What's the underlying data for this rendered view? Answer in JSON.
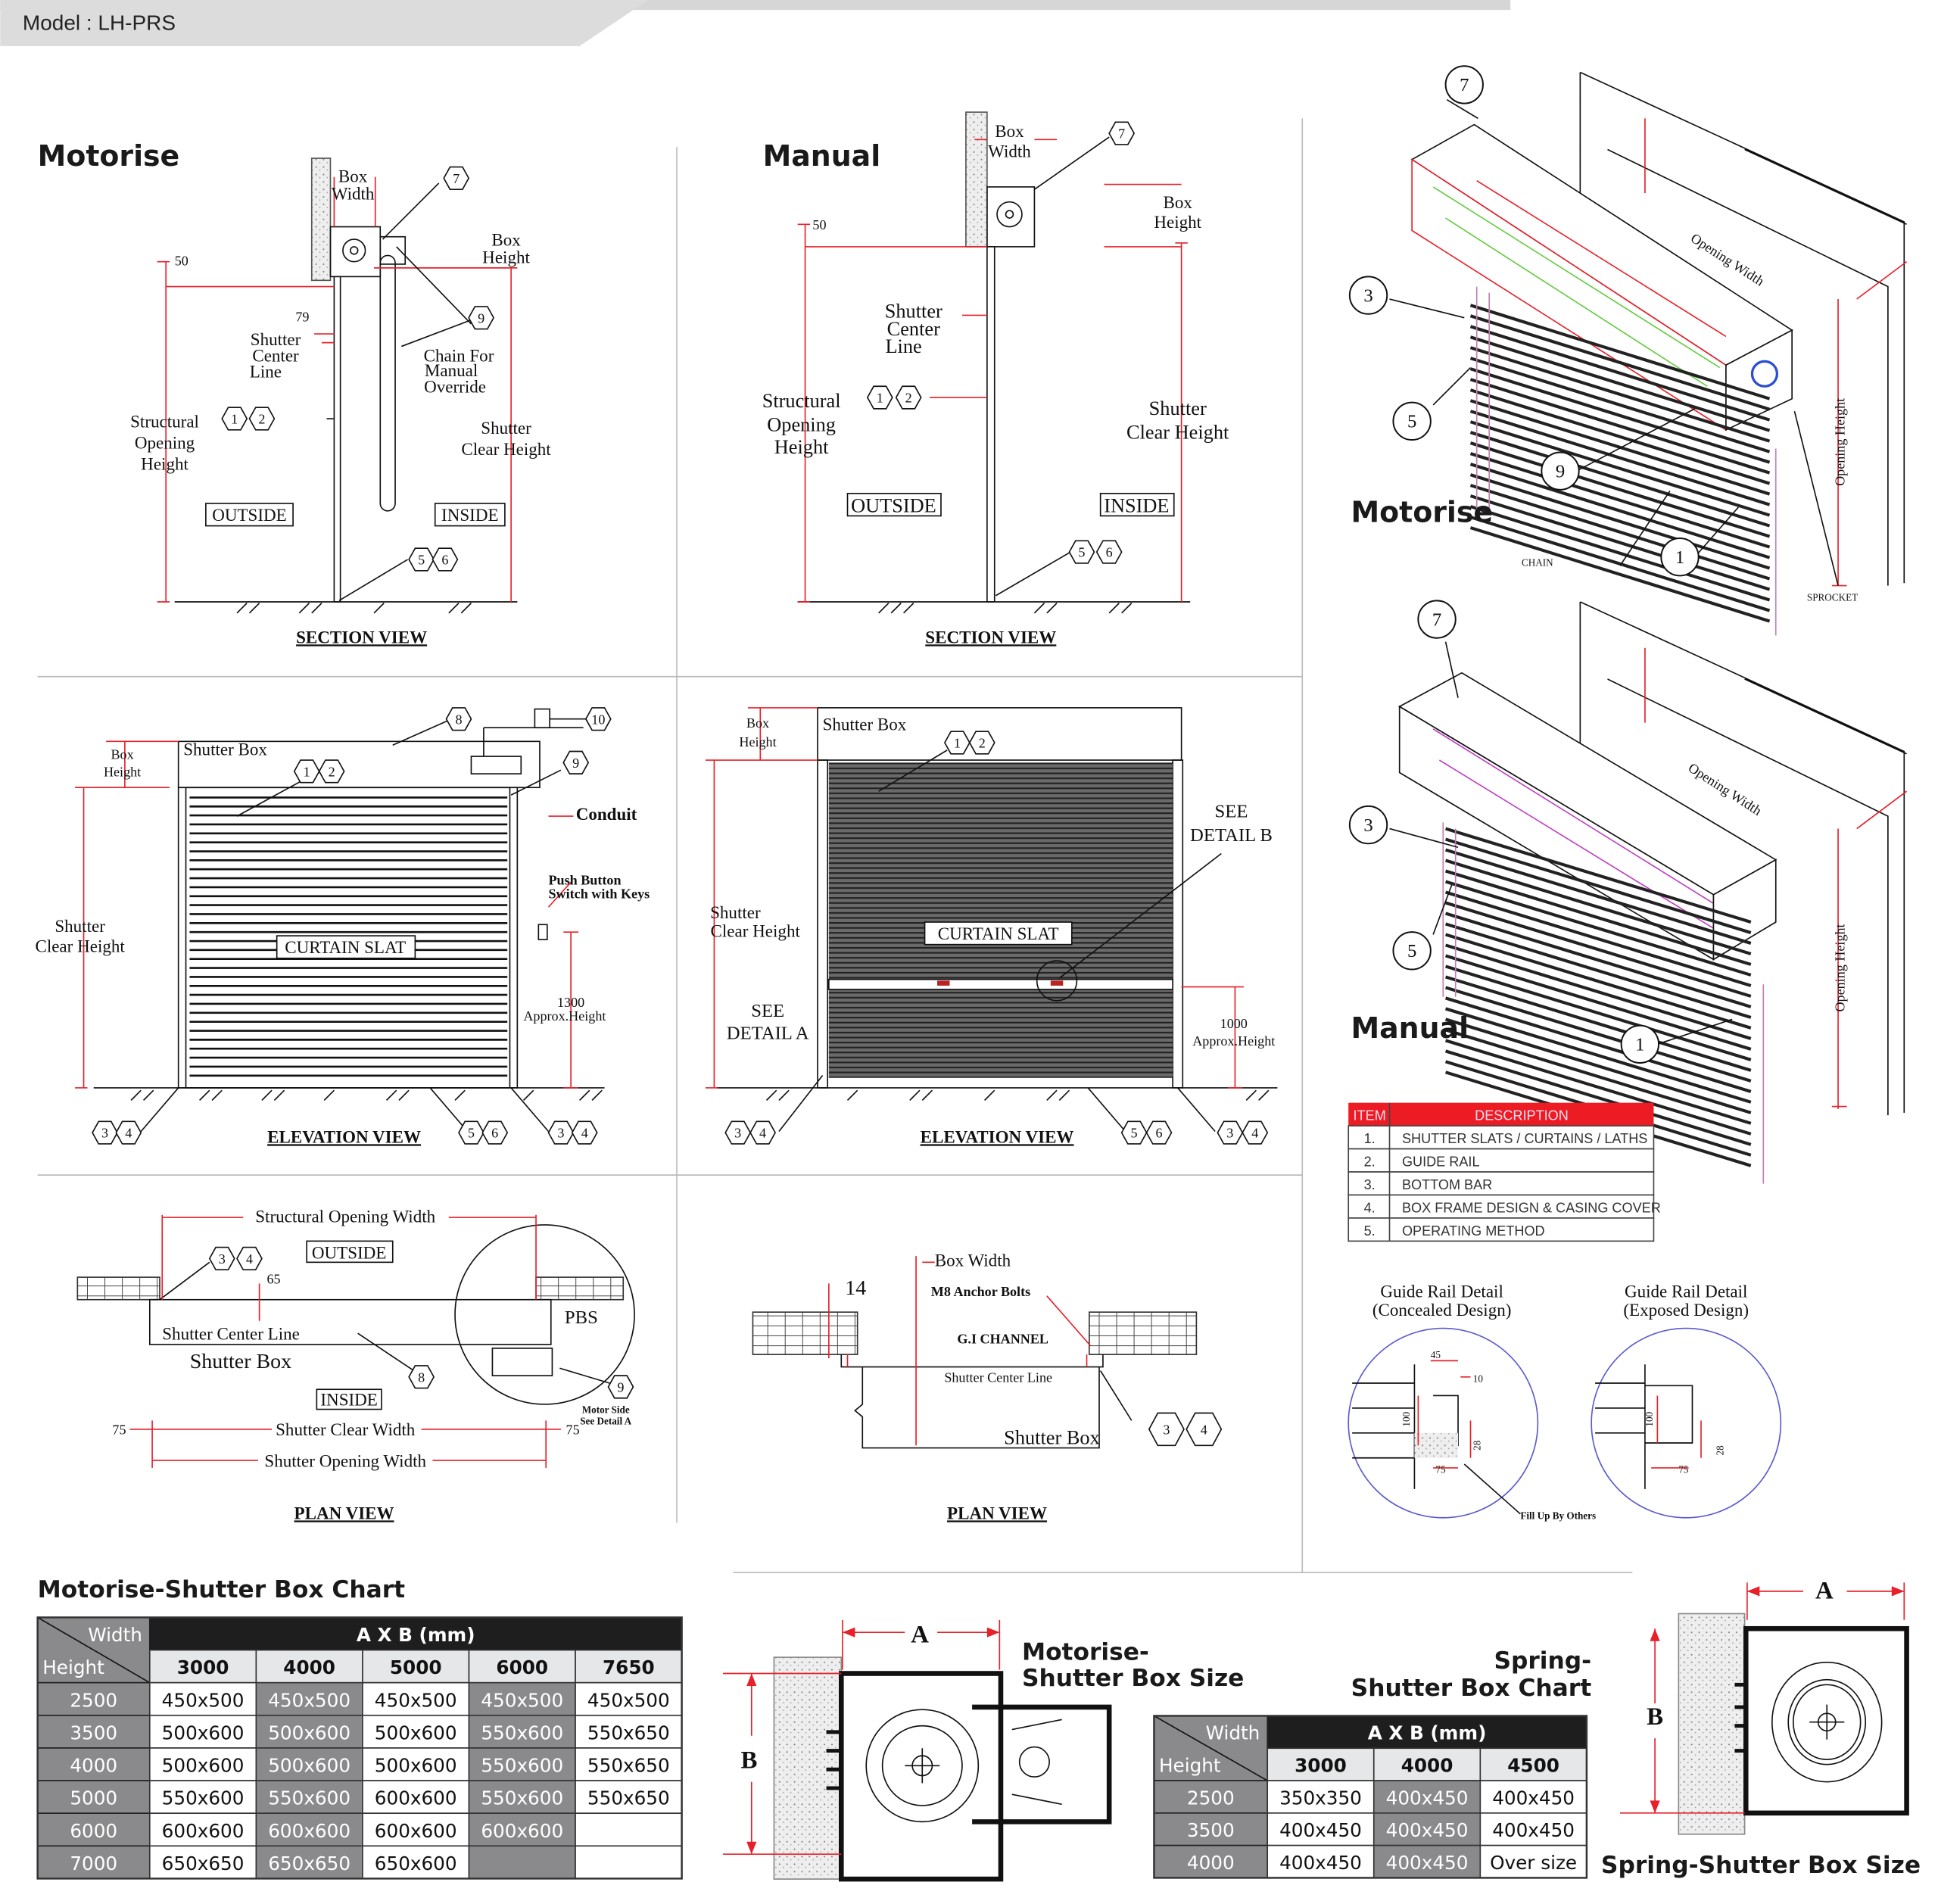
{
  "header": {
    "model": "Model : LH-PRS"
  },
  "colors": {
    "accent_red": "#ed1c24",
    "table_dark": "#1e1e1e",
    "table_gray": "#8a8a8c",
    "table_light": "#e6e7e9"
  },
  "motorise_section": {
    "title": "Motorise",
    "box_width": [
      "Box",
      "Width"
    ],
    "box_height": [
      "Box",
      "Height"
    ],
    "dim_50": "50",
    "dim_79": "79",
    "shutter_center_line": [
      "Shutter",
      "Center",
      "Line"
    ],
    "chain": [
      "Chain For",
      "Manual",
      "Override"
    ],
    "structural_opening_height": [
      "Structural",
      "Opening",
      "Height"
    ],
    "shutter_clear_height": [
      "Shutter",
      "Clear Height"
    ],
    "outside": "OUTSIDE",
    "inside": "INSIDE",
    "view_title": "SECTION VIEW"
  },
  "manual_section": {
    "title": "Manual",
    "box_width": [
      "Box",
      "Width"
    ],
    "box_height": [
      "Box",
      "Height"
    ],
    "dim_50": "50",
    "shutter_center_line": [
      "Shutter",
      "Center",
      "Line"
    ],
    "structural_opening_height": [
      "Structural",
      "Opening",
      "Height"
    ],
    "shutter_clear_height": [
      "Shutter",
      "Clear Height"
    ],
    "outside": "OUTSIDE",
    "inside": "INSIDE",
    "view_title": "SECTION VIEW"
  },
  "motorise_elevation": {
    "shutter_box": "Shutter Box",
    "box_height": [
      "Box",
      "Height"
    ],
    "shutter_clear_height": [
      "Shutter",
      "Clear Height"
    ],
    "curtain_slat": "CURTAIN SLAT",
    "conduit": "Conduit",
    "push_button": [
      "Push Button",
      "Switch with Keys"
    ],
    "approx_height": [
      "1300",
      "Approx.Height"
    ],
    "view_title": "ELEVATION VIEW"
  },
  "manual_elevation": {
    "shutter_box": "Shutter Box",
    "box_height": [
      "Box",
      "Height"
    ],
    "shutter_clear_height": [
      "Shutter",
      "Clear Height"
    ],
    "see_detail_a": [
      "SEE",
      "DETAIL A"
    ],
    "curtain_slat": "CURTAIN SLAT",
    "see_detail_b": [
      "SEE",
      "DETAIL B"
    ],
    "approx_height": [
      "1000",
      "Approx.Height"
    ],
    "view_title": "ELEVATION VIEW"
  },
  "motorise_plan": {
    "structural_opening_width": "Structural Opening Width",
    "outside": "OUTSIDE",
    "dim_65": "65",
    "shutter_center_line": "Shutter Center Line",
    "shutter_box": "Shutter Box",
    "pbs": "PBS",
    "inside": "INSIDE",
    "dim_75_left": "75",
    "dim_75_right": "75",
    "shutter_clear_width": "Shutter Clear Width",
    "shutter_opening_width": "Shutter Opening Width",
    "motor_side": [
      "Motor Side",
      "See Detail A"
    ],
    "view_title": "PLAN VIEW"
  },
  "manual_plan": {
    "box_width": "Box Width",
    "dim_14": "14",
    "anchor_bolts": "M8 Anchor Bolts",
    "gi_channel": "G.I CHANNEL",
    "shutter_center_line": "Shutter Center Line",
    "shutter_box": "Shutter Box",
    "view_title": "PLAN VIEW"
  },
  "iso_motorise": {
    "title": "Motorise",
    "opening_width": "Opening Width",
    "opening_height": "Opening Height",
    "chain": "CHAIN",
    "sprocket": "SPROCKET"
  },
  "iso_manual": {
    "title": "Manual",
    "opening_width": "Opening Width",
    "opening_height": "Opening Height"
  },
  "callouts": {
    "n1": "1",
    "n2": "2",
    "n3": "3",
    "n4": "4",
    "n5": "5",
    "n6": "6",
    "n7": "7",
    "n8": "8",
    "n9": "9",
    "n10": "10"
  },
  "items_table": {
    "headers": [
      "ITEM",
      "DESCRIPTION"
    ],
    "rows": [
      [
        "1.",
        "SHUTTER SLATS / CURTAINS / LATHS"
      ],
      [
        "2.",
        "GUIDE RAIL"
      ],
      [
        "3.",
        "BOTTOM BAR"
      ],
      [
        "4.",
        "BOX FRAME DESIGN & CASING COVER"
      ],
      [
        "5.",
        "OPERATING METHOD"
      ]
    ]
  },
  "guide_rail": {
    "concealed": [
      "Guide Rail Detail",
      "(Concealed Design)"
    ],
    "exposed": [
      "Guide Rail Detail",
      "(Exposed Design)"
    ],
    "dim_45": "45",
    "dim_10": "10",
    "dim_100": "100",
    "dim_28": "28",
    "dim_75": "75",
    "dim_100b": "100",
    "dim_28b": "28",
    "dim_75b": "75",
    "fill_up": "Fill Up By Others"
  },
  "motorise_chart": {
    "title": "Motorise-Shutter Box Chart",
    "corner_width": "Width",
    "corner_height": "Height",
    "unit_header": "A X B (mm)",
    "widths": [
      "3000",
      "4000",
      "5000",
      "6000",
      "7650"
    ],
    "rows": [
      {
        "height": "2500",
        "values": [
          "450x500",
          "450x500",
          "450x500",
          "450x500",
          "450x500"
        ]
      },
      {
        "height": "3500",
        "values": [
          "500x600",
          "500x600",
          "500x600",
          "550x600",
          "550x650"
        ]
      },
      {
        "height": "4000",
        "values": [
          "500x600",
          "500x600",
          "500x600",
          "550x600",
          "550x650"
        ]
      },
      {
        "height": "5000",
        "values": [
          "550x600",
          "550x600",
          "600x600",
          "550x600",
          "550x650"
        ]
      },
      {
        "height": "6000",
        "values": [
          "600x600",
          "600x600",
          "600x600",
          "600x600",
          ""
        ]
      },
      {
        "height": "7000",
        "values": [
          "650x650",
          "650x650",
          "650x600",
          "",
          ""
        ]
      }
    ]
  },
  "spring_chart": {
    "title": [
      "Spring-",
      "Shutter Box Chart"
    ],
    "corner_width": "Width",
    "corner_height": "Height",
    "unit_header": "A X B (mm)",
    "widths": [
      "3000",
      "4000",
      "4500"
    ],
    "rows": [
      {
        "height": "2500",
        "values": [
          "350x350",
          "400x450",
          "400x450"
        ]
      },
      {
        "height": "3500",
        "values": [
          "400x450",
          "400x450",
          "400x450"
        ]
      },
      {
        "height": "4000",
        "values": [
          "400x450",
          "400x450",
          "Over size"
        ]
      }
    ]
  },
  "motorise_box_size": {
    "title": [
      "Motorise-",
      "Shutter Box Size"
    ],
    "a": "A",
    "b": "B"
  },
  "spring_box_size": {
    "title": "Spring-Shutter Box Size",
    "a": "A",
    "b": "B"
  }
}
